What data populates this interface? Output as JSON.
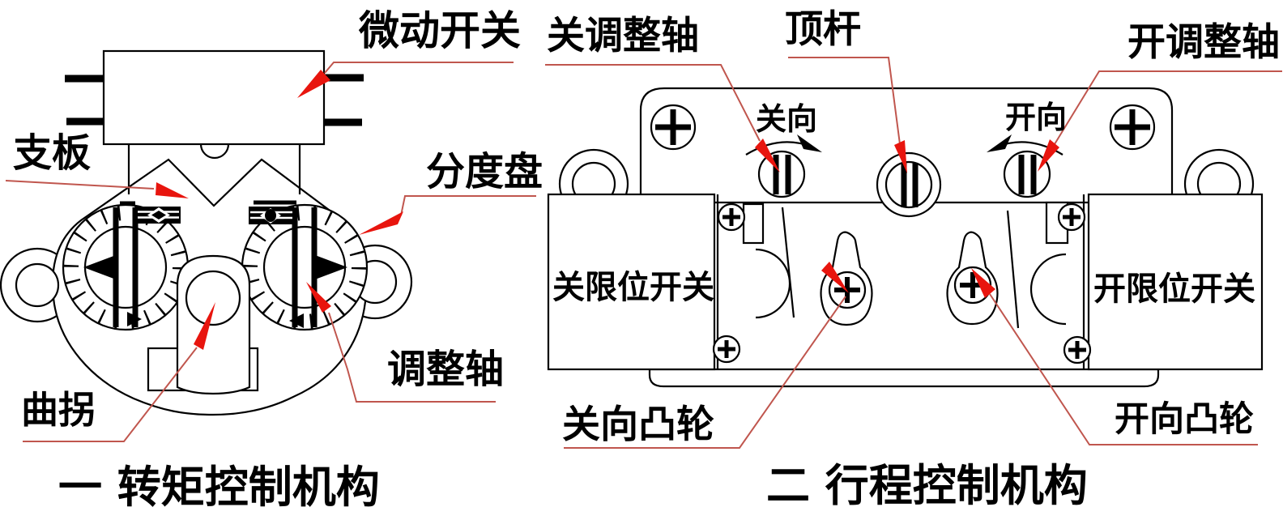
{
  "left": {
    "caption": "一 转矩控制机构",
    "labels": {
      "micro_switch": "微动开关",
      "support_plate": "支板",
      "indexing_plate": "分度盘",
      "adjust_shaft": "调整轴",
      "crank": "曲拐"
    }
  },
  "right": {
    "caption": "二 行程控制机构",
    "labels": {
      "close_adjust_shaft": "关调整轴",
      "push_rod": "顶杆",
      "open_adjust_shaft": "开调整轴",
      "close_direction": "关向",
      "open_direction": "开向",
      "close_limit_switch": "关限位开关",
      "open_limit_switch": "开限位开关",
      "close_cam": "关向凸轮",
      "open_cam": "开向凸轮"
    }
  },
  "colors": {
    "line": "#000000",
    "leader_red": "#c0564e",
    "arrow_red": "#e8150e",
    "background": "#ffffff"
  }
}
